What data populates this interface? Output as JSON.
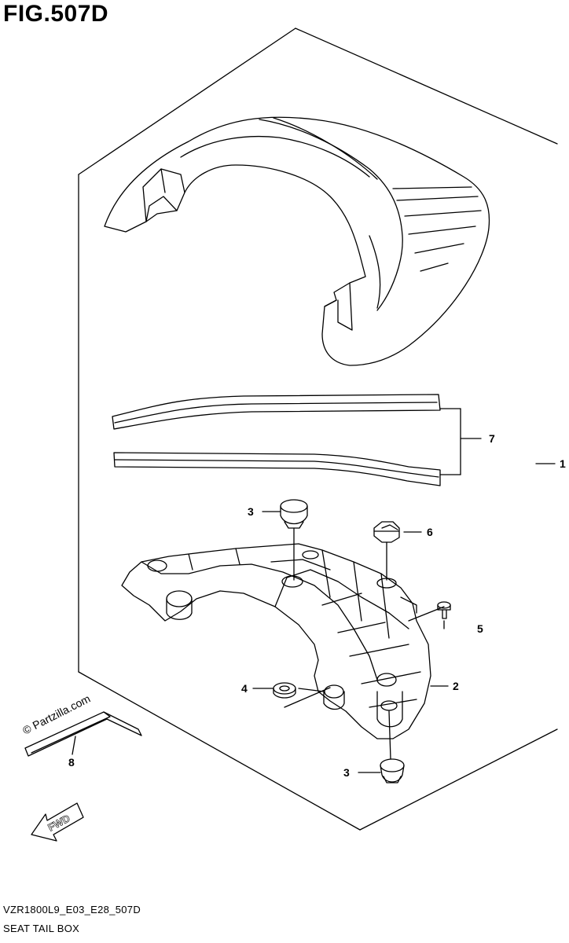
{
  "figure": {
    "title": "FIG.507D",
    "code_line": "VZR1800L9_E03_E28_507D",
    "name": "SEAT TAIL BOX",
    "watermark": "© Partzilla.com",
    "direction_badge": "FWD"
  },
  "callouts": [
    {
      "number": "1"
    },
    {
      "number": "2"
    },
    {
      "number": "3"
    },
    {
      "number": "3"
    },
    {
      "number": "4"
    },
    {
      "number": "5"
    },
    {
      "number": "6"
    },
    {
      "number": "7"
    },
    {
      "number": "8"
    }
  ],
  "colors": {
    "line": "#000000",
    "background": "#ffffff"
  }
}
